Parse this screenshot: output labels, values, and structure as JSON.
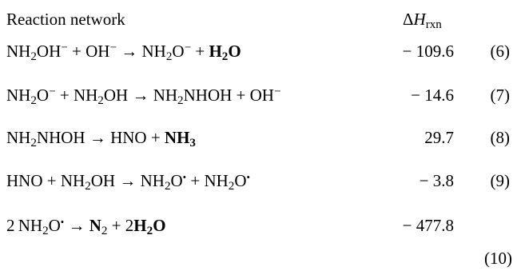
{
  "header": {
    "title": "Reaction network",
    "dh_symbol": "Δ",
    "dh_letter": "H",
    "dh_sub": "rxn"
  },
  "reactions": [
    {
      "dh": "− 109.6",
      "num": "(6)"
    },
    {
      "dh": "− 14.6",
      "num": "(7)"
    },
    {
      "dh": "29.7",
      "num": "(8)"
    },
    {
      "dh": "− 3.8",
      "num": "(9)"
    },
    {
      "dh": "− 477.8",
      "num": "(10)"
    }
  ],
  "tokens": {
    "NH": "NH",
    "OH": "OH",
    "O": "O",
    "N": "N",
    "two": "2",
    "minus": "−",
    "plus": "+",
    "arrow": "→",
    "H2O_H": "H",
    "H2O_O": "O",
    "NHOH": "NHOH",
    "HNO": "HNO",
    "NH3_NH": "NH",
    "NH3_3": "3",
    "bullet": "•",
    "coef2": "2"
  }
}
